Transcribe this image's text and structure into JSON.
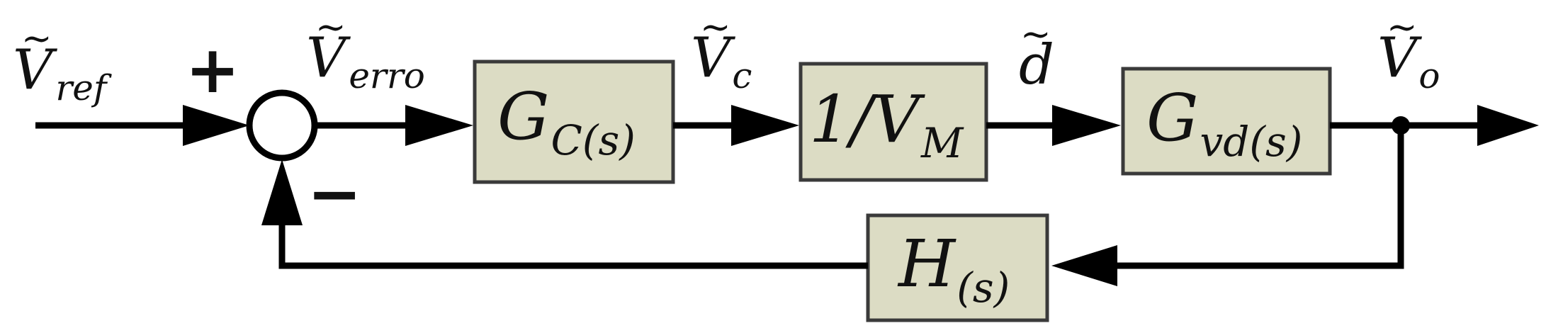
{
  "signals": {
    "ref": {
      "main": "V",
      "sub": "ref"
    },
    "error": {
      "main": "V",
      "sub": "erro"
    },
    "control": {
      "main": "V",
      "sub": "c"
    },
    "duty": {
      "main": "d",
      "sub": ""
    },
    "output": {
      "main": "V",
      "sub": "o"
    }
  },
  "summing_junction": {
    "plus": "+",
    "minus": "−"
  },
  "blocks": {
    "compensator": {
      "main": "G",
      "sub": "C(s)"
    },
    "modulator": {
      "main": "1/V",
      "sub": "M"
    },
    "plant": {
      "main": "G",
      "sub": "vd(s)"
    },
    "feedback": {
      "main": "H",
      "sub": "(s)"
    }
  },
  "colors": {
    "block_fill": "#dcdcc4",
    "block_stroke": "#3a3a3a",
    "line": "#000000"
  }
}
